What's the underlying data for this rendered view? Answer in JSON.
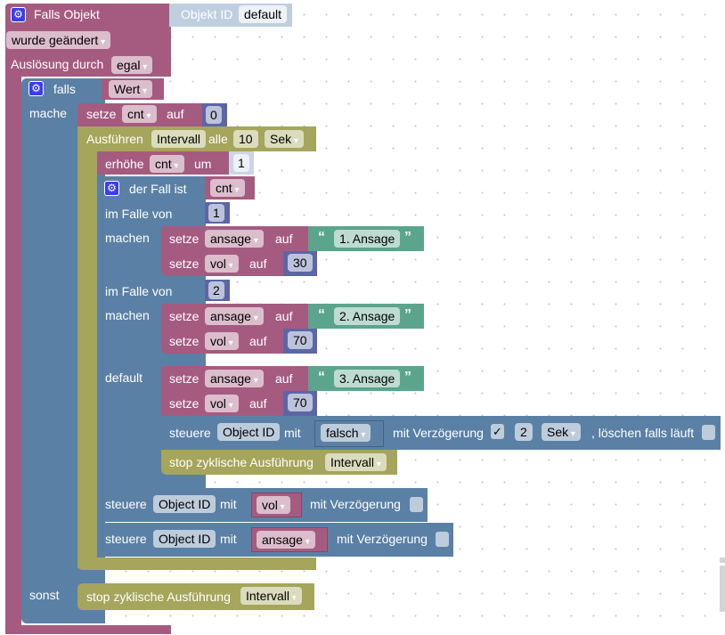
{
  "trigger": {
    "title": "Falls Objekt",
    "object_label": "Objekt ID",
    "object_value": "default",
    "change_option": "wurde geändert",
    "trigger_label": "Auslösung durch",
    "trigger_option": "egal"
  },
  "if_block": {
    "label_if": "falls",
    "condition": "Wert",
    "label_do": "mache",
    "label_else": "sonst"
  },
  "set_cnt": {
    "label": "setze",
    "var": "cnt",
    "to": "auf",
    "value": "0"
  },
  "interval": {
    "label": "Ausführen",
    "name": "Intervall",
    "every": "alle",
    "value": "10",
    "unit": "Sek"
  },
  "increment": {
    "label": "erhöhe",
    "var": "cnt",
    "by": "um",
    "value": "1"
  },
  "switch": {
    "label": "der Fall ist",
    "var": "cnt",
    "case_label": "im Falle von",
    "do_label": "machen",
    "default_label": "default",
    "cases": [
      {
        "value": "1",
        "ansage": "1. Ansage",
        "vol": "30"
      },
      {
        "value": "2",
        "ansage": "2. Ansage",
        "vol": "70"
      }
    ],
    "default": {
      "ansage": "3. Ansage",
      "vol": "70"
    }
  },
  "set_labels": {
    "set": "setze",
    "to": "auf",
    "var_ansage": "ansage",
    "var_vol": "vol"
  },
  "control": {
    "label": "steuere",
    "object": "Object ID",
    "with": "mit",
    "value": "falsch",
    "delay_label": "mit Verzögerung",
    "delay_checked": "✓",
    "delay_value": "2",
    "delay_unit": "Sek",
    "clear_label": ", löschen falls läuft"
  },
  "stop": {
    "label": "stop zyklische Ausführung",
    "name": "Intervall"
  },
  "control_vol": {
    "label": "steuere",
    "object": "Object ID",
    "with": "mit",
    "var": "vol",
    "delay_label": "mit Verzögerung"
  },
  "control_ansage": {
    "label": "steuere",
    "object": "Object ID",
    "with": "mit",
    "var": "ansage",
    "delay_label": "mit Verzögerung"
  },
  "else_stop": {
    "label": "stop zyklische Ausführung",
    "name": "Intervall"
  },
  "icons": {
    "gear": "⚙",
    "quote_open": "“",
    "quote_close": "”"
  }
}
